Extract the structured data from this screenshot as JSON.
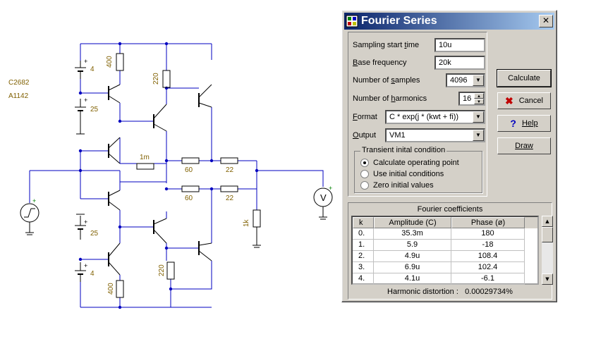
{
  "schematic": {
    "transistor_labels": [
      "C2682",
      "A1142"
    ],
    "components": {
      "battery_top_1": "4",
      "battery_top_2": "25",
      "battery_bot_1": "25",
      "battery_bot_2": "4",
      "r_top_400": "400",
      "r_top_220": "220",
      "r_1m": "1m",
      "r_60_top": "60",
      "r_22_top": "22",
      "r_60_bot": "60",
      "r_22_bot": "22",
      "r_load": "1k",
      "r_bot_220": "220",
      "r_bot_400": "400",
      "plus": "+",
      "voltmeter": "V"
    },
    "colors": {
      "wire": "#0000c0",
      "component": "#000000",
      "label": "#806000",
      "plus": "#008000"
    }
  },
  "dialog": {
    "title": "Fourier Series",
    "close_label": "✕",
    "fields": {
      "sampling_start_time": {
        "label_pre": "Sampling start ",
        "label_u": "t",
        "label_post": "ime",
        "value": "10u"
      },
      "base_frequency": {
        "label_pre": "",
        "label_u": "B",
        "label_post": "ase frequency",
        "value": "20k"
      },
      "number_of_samples": {
        "label_pre": "Number of ",
        "label_u": "s",
        "label_post": "amples",
        "value": "4096"
      },
      "number_of_harmonics": {
        "label_pre": "Number of ",
        "label_u": "h",
        "label_post": "armonics",
        "value": "16"
      },
      "format": {
        "label_pre": "",
        "label_u": "F",
        "label_post": "ormat",
        "value": "C * exp(j * (kwt + fi))"
      },
      "output": {
        "label_pre": "",
        "label_u": "O",
        "label_post": "utput",
        "value": "VM1"
      }
    },
    "transient": {
      "title": "Transient inital condition",
      "options": [
        "Calculate operating point",
        "Use initial conditions",
        "Zero initial values"
      ],
      "selected_index": 0
    },
    "buttons": {
      "calculate": "Calculate",
      "cancel": "Cancel",
      "help": "Help",
      "draw": "Draw"
    },
    "coefficients": {
      "title": "Fourier coefficients",
      "columns": [
        "k",
        "Amplitude (C)",
        "Phase (ø)"
      ],
      "rows": [
        [
          "0.",
          "35.3m",
          "180"
        ],
        [
          "1.",
          "5.9",
          "-18"
        ],
        [
          "2.",
          "4.9u",
          "108.4"
        ],
        [
          "3.",
          "6.9u",
          "102.4"
        ],
        [
          "4.",
          "4.1u",
          "-6.1"
        ]
      ],
      "distortion_label": "Harmonic distortion :",
      "distortion_value": "0.00029734%"
    }
  }
}
